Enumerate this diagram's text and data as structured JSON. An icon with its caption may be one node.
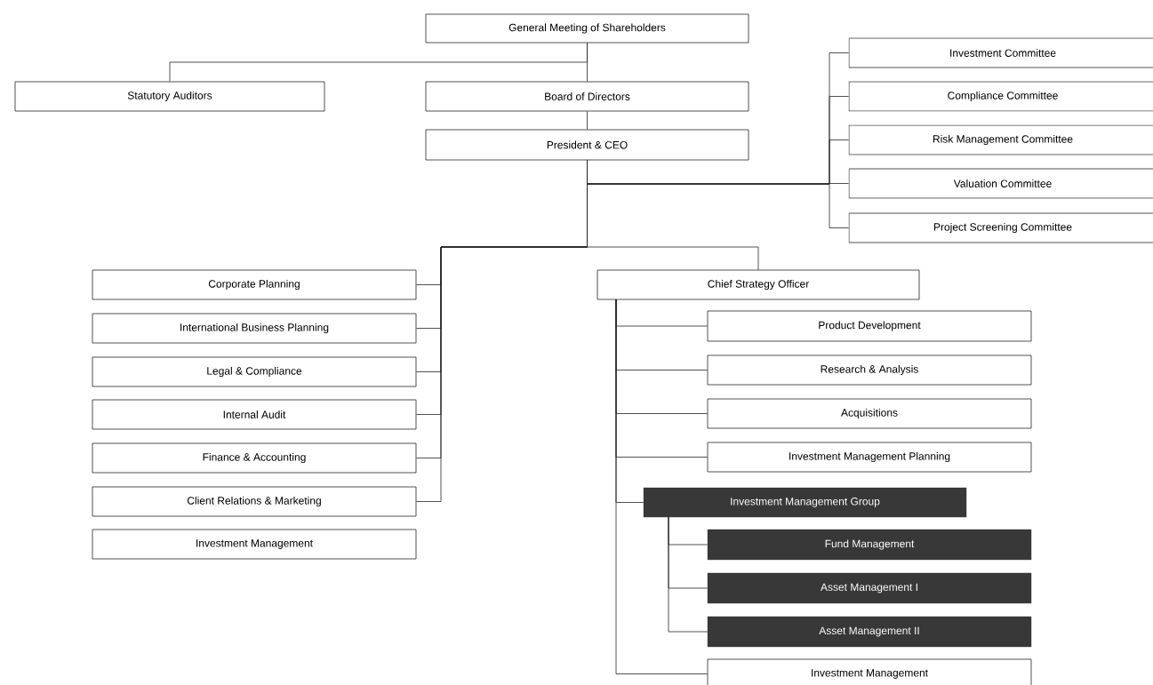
{
  "diagram": {
    "nodes": [
      {
        "text": [
          "General Meeting of Shareholders"
        ]
      },
      {
        "text": [
          "Statutory Auditors"
        ]
      },
      {
        "text": [
          "Board of Directors"
        ]
      },
      {
        "text": [
          "President & CEO"
        ]
      },
      {
        "text": [
          "Investment Committee"
        ]
      },
      {
        "text": [
          "Compliance Committee"
        ]
      },
      {
        "text": [
          "Risk Management Committee"
        ]
      },
      {
        "text": [
          "Valuation Committee"
        ]
      },
      {
        "text": [
          "Project Screening Committee"
        ]
      },
      {
        "text": [
          "Corporate Planning"
        ]
      },
      {
        "text": [
          "International Business Planning"
        ]
      },
      {
        "text": [
          "Legal & Compliance"
        ]
      },
      {
        "text": [
          "Internal Audit"
        ]
      },
      {
        "text": [
          "Finance & Accounting"
        ]
      },
      {
        "text": [
          "Client Relations & Marketing"
        ]
      },
      {
        "text": [
          "Investment Management"
        ]
      },
      {
        "text": [
          "Chief Strategy Officer"
        ]
      },
      {
        "text": [
          "Product Development"
        ]
      },
      {
        "text": [
          "Research & Analysis"
        ]
      },
      {
        "text": [
          "Acquisitions"
        ]
      },
      {
        "text": [
          "Investment Management Planning"
        ]
      },
      {
        "text": [
          "Investment Management Group"
        ]
      },
      {
        "text": [
          "Fund Management"
        ]
      },
      {
        "text": [
          "Asset Management I"
        ]
      },
      {
        "text": [
          "Asset Management II"
        ]
      },
      {
        "text": [
          "Investment Management"
        ]
      }
    ],
    "edges": [
      {
        "from": 0,
        "to": 2,
        "arrow": "none"
      },
      {
        "from": 0,
        "to": 1,
        "arrow": "none"
      },
      {
        "from": 2,
        "to": 3,
        "arrow": "none"
      },
      {
        "from": 3,
        "to": 4,
        "arrow": "none"
      },
      {
        "from": 3,
        "to": 5,
        "arrow": "none"
      },
      {
        "from": 3,
        "to": 6,
        "arrow": "none"
      },
      {
        "from": 3,
        "to": 7,
        "arrow": "none"
      },
      {
        "from": 3,
        "to": 8,
        "arrow": "none"
      },
      {
        "from": 3,
        "to": 9,
        "arrow": "none"
      },
      {
        "from": 3,
        "to": 10,
        "arrow": "none"
      },
      {
        "from": 3,
        "to": 11,
        "arrow": "none"
      },
      {
        "from": 3,
        "to": 12,
        "arrow": "none"
      },
      {
        "from": 3,
        "to": 13,
        "arrow": "none"
      },
      {
        "from": 3,
        "to": 14,
        "arrow": "none"
      },
      {
        "from": 3,
        "to": 16,
        "arrow": "none"
      },
      {
        "from": 16,
        "to": 17,
        "arrow": "none"
      },
      {
        "from": 16,
        "to": 18,
        "arrow": "none"
      },
      {
        "from": 16,
        "to": 19,
        "arrow": "none"
      },
      {
        "from": 16,
        "to": 20,
        "arrow": "none"
      },
      {
        "from": 16,
        "to": 21,
        "arrow": "none"
      },
      {
        "from": 21,
        "to": 22,
        "arrow": "none"
      },
      {
        "from": 21,
        "to": 23,
        "arrow": "none"
      },
      {
        "from": 21,
        "to": 24,
        "arrow": "none"
      },
      {
        "from": 16,
        "to": 25,
        "arrow": "none"
      }
    ]
  }
}
